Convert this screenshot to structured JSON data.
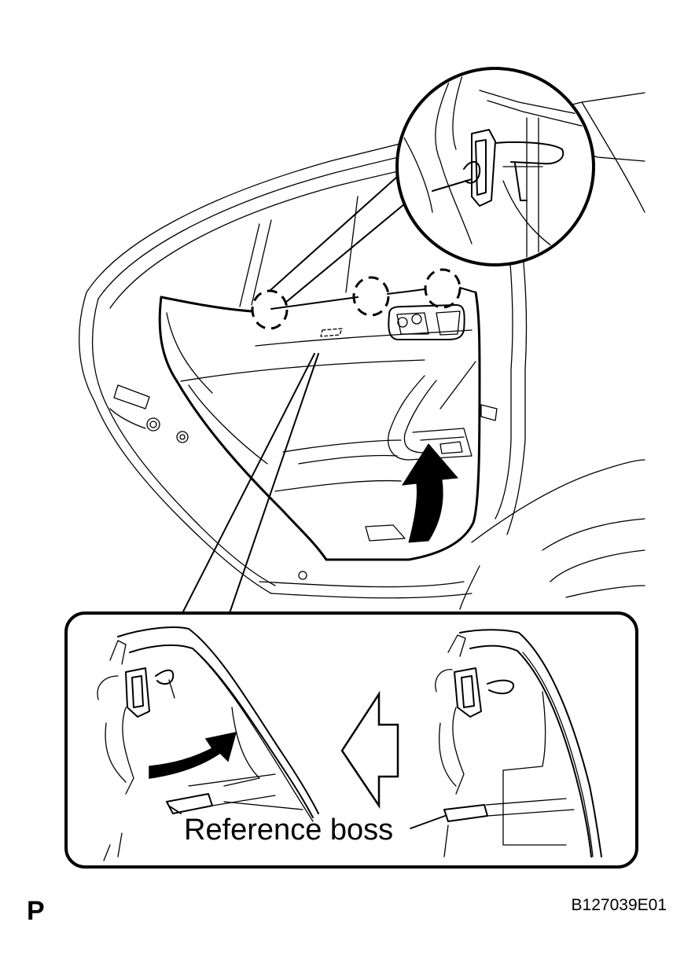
{
  "labels": {
    "reference_boss": "Reference boss",
    "section_mark": "P",
    "figure_code": "B127039E01"
  },
  "colors": {
    "line": "#000000",
    "background": "#ffffff"
  },
  "icons": {
    "install_arrow": "curved-up-arrow-icon",
    "rotate_arrow": "curved-arrow-icon",
    "sequence_arrow": "hollow-left-arrow-icon",
    "clip_location": "dashed-circle-icon"
  }
}
